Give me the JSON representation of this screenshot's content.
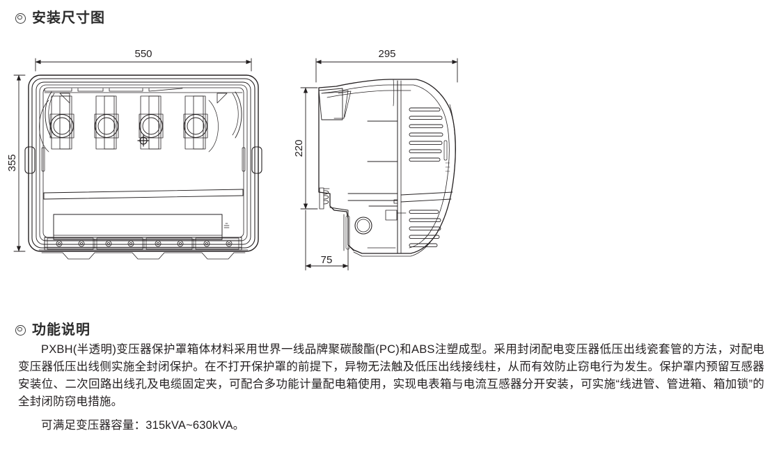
{
  "sections": {
    "dimensions": {
      "title": "安装尺寸图",
      "bullet": "double-circle-icon"
    },
    "function": {
      "title": "功能说明",
      "bullet": "double-circle-icon"
    }
  },
  "drawing": {
    "front_view": {
      "name": "front-view",
      "width_dim": "550",
      "height_dim": "355",
      "bushing_count": 4,
      "terminal_block_count": 4
    },
    "side_view": {
      "name": "side-view",
      "width_dim": "295",
      "height_dim": "220",
      "base_dim": "75",
      "louver_groups": 2
    },
    "units_note": ""
  },
  "function_text": {
    "paragraph_1": "PXBH(半透明)变压器保护罩箱体材料采用世界一线品牌聚碳酸酯(PC)和ABS注塑成型。采用封闭配电变压器低压出线瓷套管的方法，对配电变压器低压出线侧实施全封闭保护。在不打开保护罩的前提下，异物无法触及低压出线接线柱，从而有效防止窃电行为发生。保护罩内预留互感器安装位、二次回路出线孔及电缆固定夹，可配合多功能计量配电箱使用，实现电表箱与电流互感器分开安装，可实施“线进管、管进箱、箱加锁”的全封闭防窃电措施。",
    "paragraph_2": "可满足变压器容量：315kVA~630kVA。"
  },
  "colors": {
    "text": "#231f20",
    "heading": "#2b2b2b",
    "line": "#231f20",
    "background": "#ffffff"
  }
}
